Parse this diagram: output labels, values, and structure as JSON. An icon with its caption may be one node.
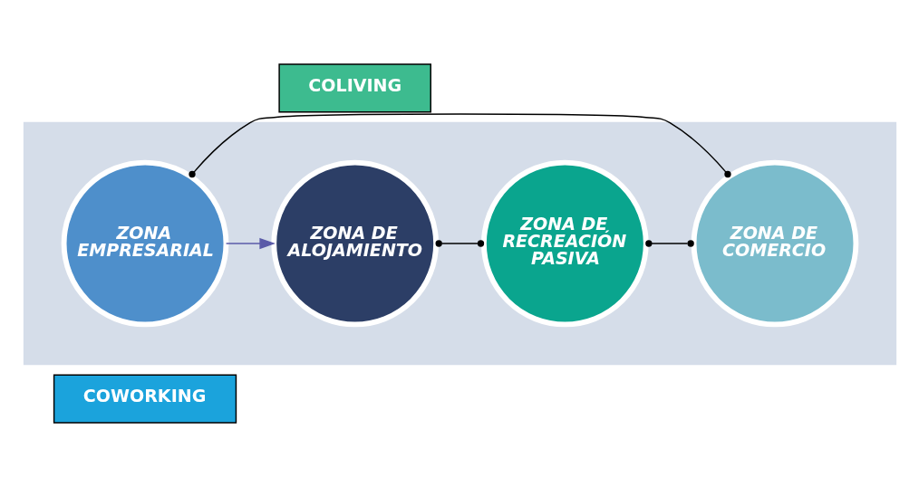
{
  "diagram": {
    "nodes": [
      {
        "text": [
          "COLIVING"
        ]
      },
      {
        "text": [],
        "shape": "box"
      },
      {
        "text": [
          "ZONA DE ALOJAMIENTO"
        ],
        "in": 1
      },
      {
        "text": [
          "ZONA DE RECREACIÓN PASIVA"
        ],
        "in": 1
      },
      {
        "text": [
          "ZONA DE COMERCIO"
        ],
        "in": 1
      },
      {
        "text": [
          "ZONA EMPRESARIAL"
        ],
        "in": 1
      },
      {
        "text": [
          "COWORKING"
        ]
      }
    ],
    "edges": [
      {
        "from": 5,
        "to": 2,
        "arrow": "to",
        "color": "#5a5aa8"
      },
      {
        "from": 2,
        "to": 3,
        "arrow": "other"
      },
      {
        "from": 3,
        "to": 4,
        "arrow": "other"
      },
      {
        "from": 4,
        "to": 5,
        "arrow": "other"
      }
    ]
  }
}
